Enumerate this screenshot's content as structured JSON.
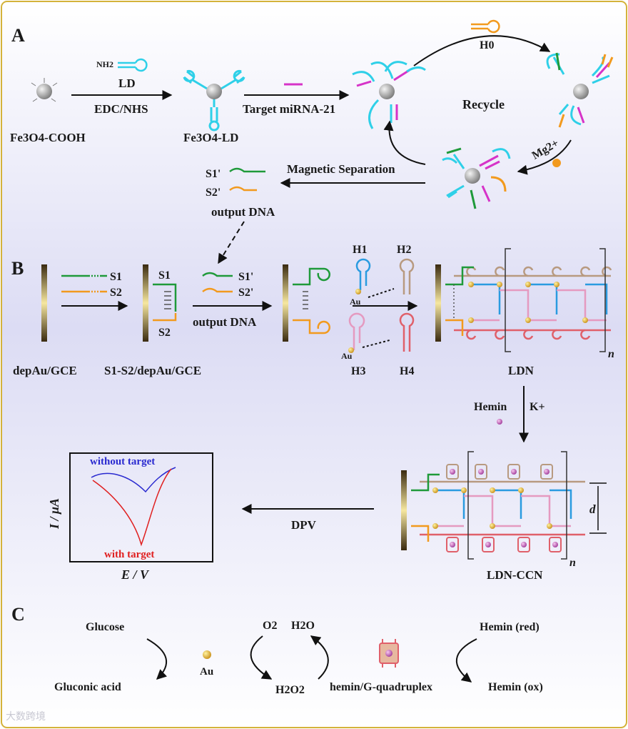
{
  "panels": {
    "a": {
      "letter": "A",
      "reagent_nh2": "NH2",
      "ld_label": "LD",
      "edc_label": "EDC/NHS",
      "fe3o4_cooh": "Fe3O4-COOH",
      "fe3o4_ld": "Fe3O4-LD",
      "target_label": "Target miRNA-21",
      "h0_label": "H0",
      "recycle_label": "Recycle",
      "mg_label": "Mg2+",
      "magnetic_separation": "Magnetic Separation",
      "s1_prime": "S1'",
      "s2_prime": "S2'",
      "output_dna": "output DNA"
    },
    "b": {
      "letter": "B",
      "s1": "S1",
      "s2": "S2",
      "depau_gce": "depAu/GCE",
      "s1s2_label": "S1-S2/depAu/GCE",
      "s1_prime": "S1'",
      "s2_prime": "S2'",
      "output_dna": "output DNA",
      "h1": "H1",
      "h2": "H2",
      "h3": "H3",
      "h4": "H4",
      "au": "Au",
      "ldn": "LDN",
      "n_label": "n",
      "hemin": "Hemin",
      "k_ion": "K+",
      "dpv": "DPV",
      "ldn_ccn": "LDN-CCN",
      "d_label": "d",
      "plot": {
        "without_target": "without target",
        "with_target": "with target",
        "ylabel": "I / μA",
        "xlabel": "E / V",
        "colors": {
          "without": "#2a2ad0",
          "with": "#e02020"
        }
      }
    },
    "c": {
      "letter": "C",
      "glucose": "Glucose",
      "gluconic": "Gluconic acid",
      "au": "Au",
      "o2": "O2",
      "h2o": "H2O",
      "h2o2": "H2O2",
      "hemin_gq": "hemin/G-quadruplex",
      "hemin_red": "Hemin (red)",
      "hemin_ox": "Hemin (ox)"
    }
  },
  "watermark": "大数跨境",
  "colors": {
    "cyan": "#2fd0e8",
    "magenta": "#d633c8",
    "green": "#1f9a3a",
    "orange": "#f29a1e",
    "blue": "#2a9be0",
    "pink": "#e59ac0",
    "red": "#e0606a",
    "tan": "#b89a80",
    "gold": "#e9b82a",
    "bead": "#9a9a9a"
  }
}
